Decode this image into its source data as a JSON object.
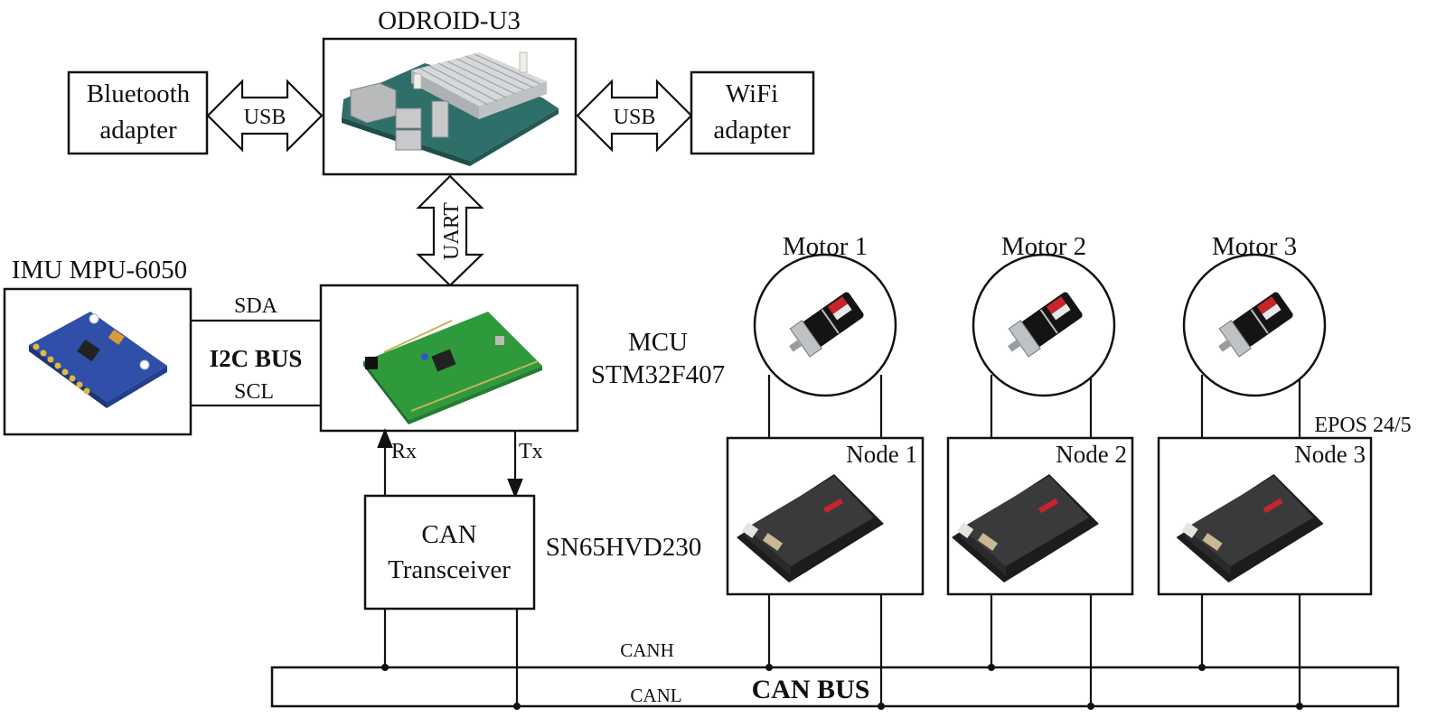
{
  "diagram": {
    "title": "ODROID-U3",
    "blocks": {
      "bluetooth": {
        "line1": "Bluetooth",
        "line2": "adapter"
      },
      "wifi": {
        "line1": "WiFi",
        "line2": "adapter"
      },
      "odroid": {
        "label": "ODROID-U3",
        "image": "single-board-computer-photo"
      },
      "imu": {
        "label": "IMU MPU-6050",
        "image": "imu-breakout-board-photo"
      },
      "mcu": {
        "line1": "MCU",
        "line2": "STM32F407",
        "image": "stm32-discovery-board-photo"
      },
      "transceiver": {
        "line1": "CAN",
        "line2": "Transceiver",
        "part": "SN65HVD230"
      },
      "can_bus": {
        "label": "CAN BUS",
        "high": "CANH",
        "low": "CANL"
      },
      "controller_model": "EPOS 24/5"
    },
    "links": {
      "usb_left": "USB",
      "usb_right": "USB",
      "uart": "UART",
      "i2c": {
        "bus": "I2C BUS",
        "sda": "SDA",
        "scl": "SCL"
      },
      "rx": "Rx",
      "tx": "Tx"
    },
    "motors": [
      {
        "label": "Motor 1",
        "node": "Node 1"
      },
      {
        "label": "Motor 2",
        "node": "Node 2"
      },
      {
        "label": "Motor 3",
        "node": "Node 3"
      }
    ],
    "colors": {
      "line": "#111111",
      "background": "#ffffff",
      "pcb_teal": "#2f6f6a",
      "pcb_green": "#2f9a3c",
      "imu_blue": "#2f4fa8",
      "heatsink": "#c9cbcd",
      "motor_body": "#141414",
      "motor_label": "#c8242b",
      "epos_body": "#2a2a2c"
    }
  }
}
